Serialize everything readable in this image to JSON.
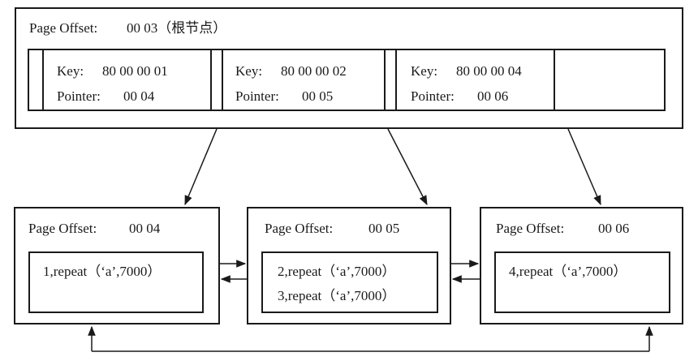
{
  "root": {
    "label": "Page Offset:",
    "offset": "00 03（根节点）",
    "entries": [
      {
        "key_label": "Key:",
        "key": "80 00 00 01",
        "pointer_label": "Pointer:",
        "pointer": "00 04"
      },
      {
        "key_label": "Key:",
        "key": "80 00 00 02",
        "pointer_label": "Pointer:",
        "pointer": "00 05"
      },
      {
        "key_label": "Key:",
        "key": "80 00 00 04",
        "pointer_label": "Pointer:",
        "pointer": "00 06"
      }
    ]
  },
  "leaves": [
    {
      "label": "Page Offset:",
      "offset": "00 04",
      "records": [
        "1,repeat（‘a’,7000）"
      ]
    },
    {
      "label": "Page Offset:",
      "offset": "00 05",
      "records": [
        "2,repeat（‘a’,7000）",
        "3,repeat（‘a’,7000）"
      ]
    },
    {
      "label": "Page Offset:",
      "offset": "00 06",
      "records": [
        "4,repeat（‘a’,7000）"
      ]
    }
  ]
}
